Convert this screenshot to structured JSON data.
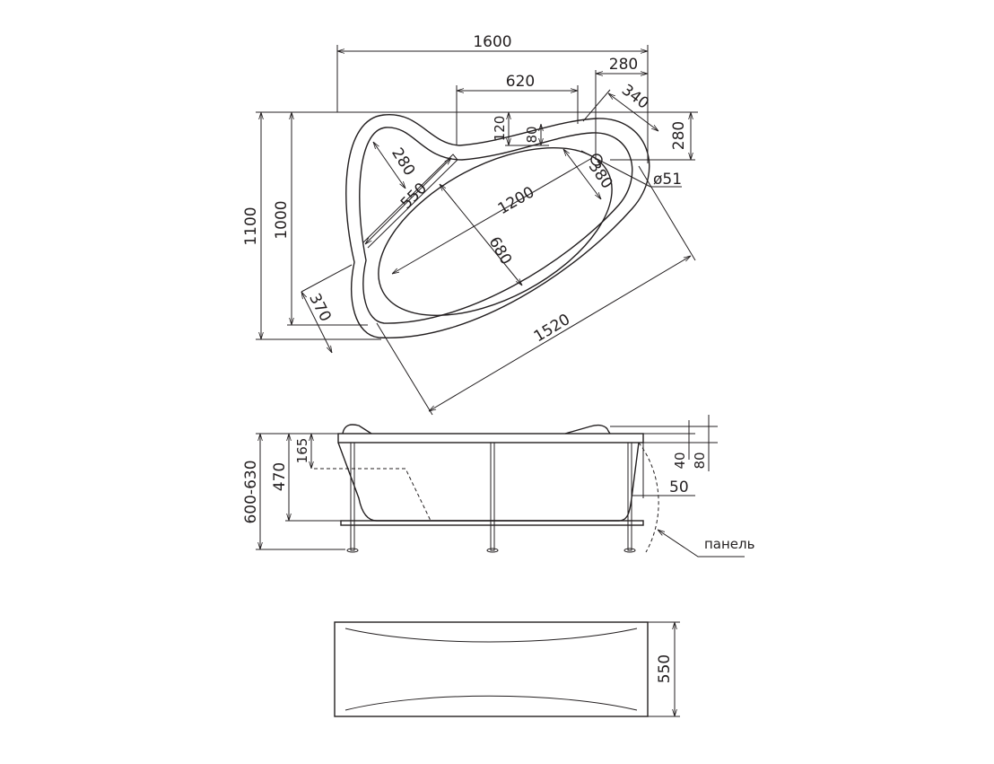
{
  "top_view": {
    "dims": {
      "overall_length": "1600",
      "seat_width": "620",
      "corner_width": "280",
      "corner_diag": "340",
      "corner_depth": "280",
      "seat_depth": "120",
      "seat_step": "80",
      "headrest_width": "280",
      "headrest_length": "550",
      "bowl_length": "1200",
      "drain_offset": "380",
      "drain_diameter": "ø51",
      "bowl_width": "680",
      "overall_width": "1100",
      "wall_width": "1000",
      "end_width": "370",
      "front_length": "1520"
    }
  },
  "side_view": {
    "dims": {
      "total_height": "600-630",
      "tub_depth": "470",
      "seat_height": "165",
      "rim_thickness": "40",
      "headrest_height": "80",
      "panel_offset": "50"
    },
    "panel_label": "панель"
  },
  "panel_view": {
    "dims": {
      "panel_height": "550"
    }
  }
}
